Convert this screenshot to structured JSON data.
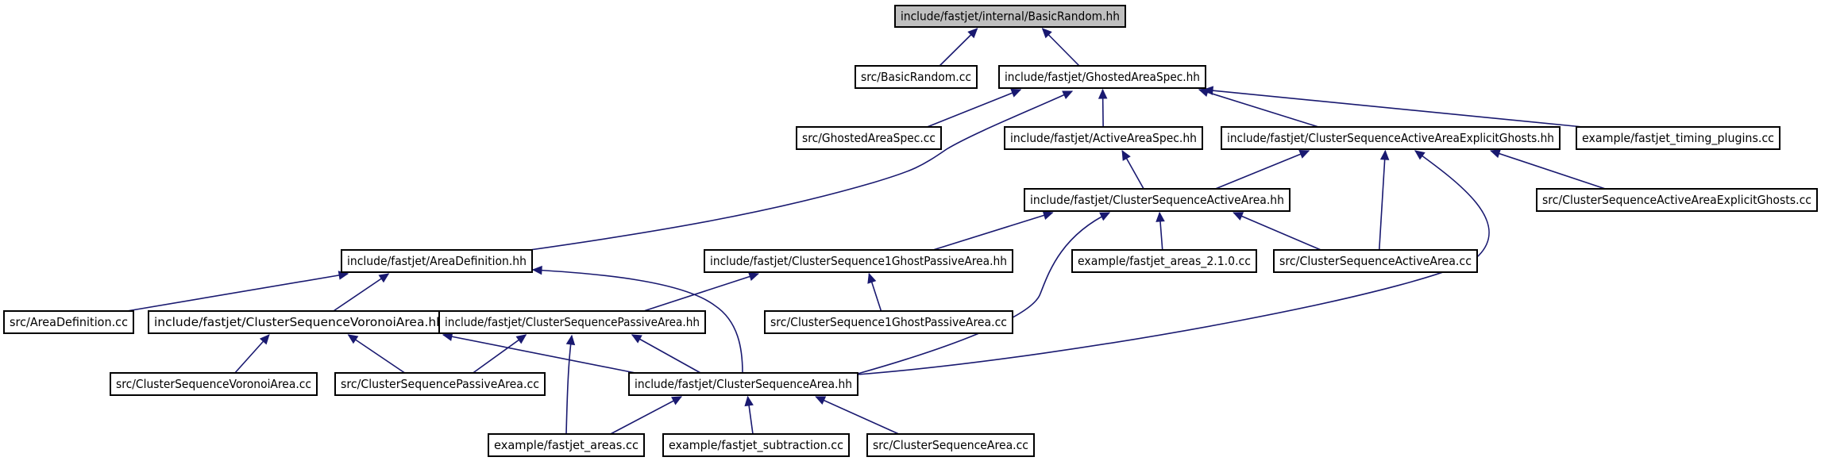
{
  "title": "include/fastjet/internal/BasicRandom.hh",
  "nodes": [
    {
      "id": "n0",
      "label": "include/fastjet/internal/BasicRandom.hh",
      "root": true
    },
    {
      "id": "n1",
      "label": "src/BasicRandom.cc"
    },
    {
      "id": "n2",
      "label": "include/fastjet/GhostedAreaSpec.hh"
    },
    {
      "id": "n3",
      "label": "src/GhostedAreaSpec.cc"
    },
    {
      "id": "n4",
      "label": "include/fastjet/ActiveAreaSpec.hh"
    },
    {
      "id": "n5",
      "label": "include/fastjet/ClusterSequenceActiveAreaExplicitGhosts.hh"
    },
    {
      "id": "n6",
      "label": "example/fastjet_timing_plugins.cc"
    },
    {
      "id": "n7",
      "label": "include/fastjet/ClusterSequenceActiveArea.hh"
    },
    {
      "id": "n8",
      "label": "src/ClusterSequenceActiveAreaExplicitGhosts.cc"
    },
    {
      "id": "n9",
      "label": "include/fastjet/AreaDefinition.hh"
    },
    {
      "id": "n10",
      "label": "include/fastjet/ClusterSequence1GhostPassiveArea.hh"
    },
    {
      "id": "n11",
      "label": "example/fastjet_areas_2.1.0.cc"
    },
    {
      "id": "n12",
      "label": "src/ClusterSequenceActiveArea.cc"
    },
    {
      "id": "n13",
      "label": "src/AreaDefinition.cc"
    },
    {
      "id": "n14",
      "label": "include/fastjet/ClusterSequenceVoronoiArea.hh"
    },
    {
      "id": "n15",
      "label": "include/fastjet/ClusterSequencePassiveArea.hh"
    },
    {
      "id": "n16",
      "label": "src/ClusterSequence1GhostPassiveArea.cc"
    },
    {
      "id": "n17",
      "label": "src/ClusterSequenceVoronoiArea.cc"
    },
    {
      "id": "n18",
      "label": "src/ClusterSequencePassiveArea.cc"
    },
    {
      "id": "n19",
      "label": "include/fastjet/ClusterSequenceArea.hh"
    },
    {
      "id": "n20",
      "label": "example/fastjet_areas.cc"
    },
    {
      "id": "n21",
      "label": "example/fastjet_subtraction.cc"
    },
    {
      "id": "n22",
      "label": "src/ClusterSequenceArea.cc"
    }
  ],
  "edges": [
    {
      "from": "n0",
      "to": "n1"
    },
    {
      "from": "n0",
      "to": "n2"
    },
    {
      "from": "n2",
      "to": "n3"
    },
    {
      "from": "n2",
      "to": "n4"
    },
    {
      "from": "n2",
      "to": "n5"
    },
    {
      "from": "n2",
      "to": "n6"
    },
    {
      "from": "n2",
      "to": "n9"
    },
    {
      "from": "n4",
      "to": "n7"
    },
    {
      "from": "n5",
      "to": "n7"
    },
    {
      "from": "n5",
      "to": "n8"
    },
    {
      "from": "n5",
      "to": "n12"
    },
    {
      "from": "n5",
      "to": "n19"
    },
    {
      "from": "n7",
      "to": "n10"
    },
    {
      "from": "n7",
      "to": "n11"
    },
    {
      "from": "n7",
      "to": "n12"
    },
    {
      "from": "n7",
      "to": "n19"
    },
    {
      "from": "n9",
      "to": "n13"
    },
    {
      "from": "n9",
      "to": "n14"
    },
    {
      "from": "n9",
      "to": "n19"
    },
    {
      "from": "n10",
      "to": "n15"
    },
    {
      "from": "n10",
      "to": "n16"
    },
    {
      "from": "n14",
      "to": "n17"
    },
    {
      "from": "n14",
      "to": "n18"
    },
    {
      "from": "n14",
      "to": "n19"
    },
    {
      "from": "n15",
      "to": "n18"
    },
    {
      "from": "n15",
      "to": "n19"
    },
    {
      "from": "n15",
      "to": "n20"
    },
    {
      "from": "n19",
      "to": "n20"
    },
    {
      "from": "n19",
      "to": "n21"
    },
    {
      "from": "n19",
      "to": "n22"
    }
  ]
}
